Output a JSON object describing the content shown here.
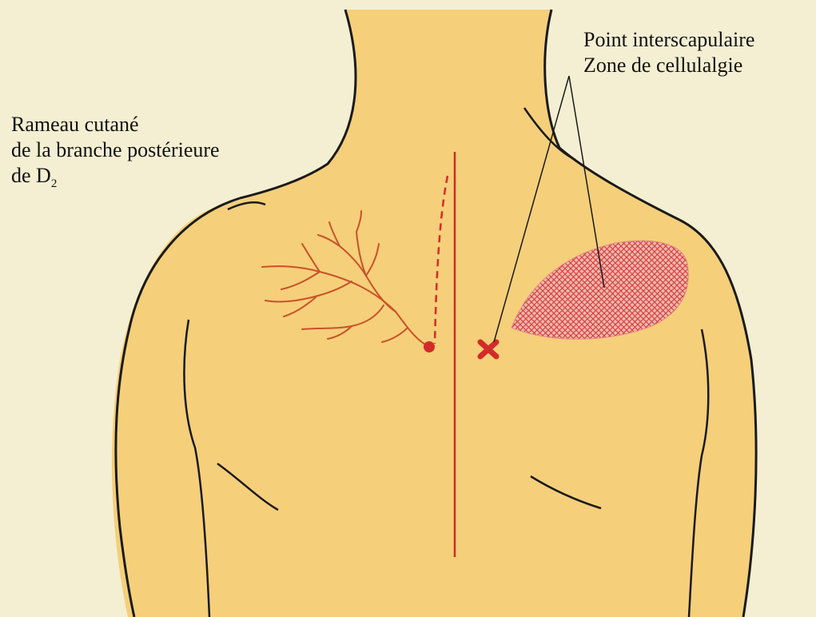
{
  "labels": {
    "rameau": {
      "line1": "Rameau cutané",
      "line2": "de la branche postérieure",
      "line3_prefix": "de D",
      "line3_subscript": "2"
    },
    "point": "Point interscapulaire",
    "zone": "Zone de cellulalgie"
  },
  "colors": {
    "background": "#f4efd2",
    "skin": "#f5cf7a",
    "outline": "#1a1a1a",
    "accent_red": "#d42a2a",
    "hatch_fill": "#e8a39a"
  }
}
